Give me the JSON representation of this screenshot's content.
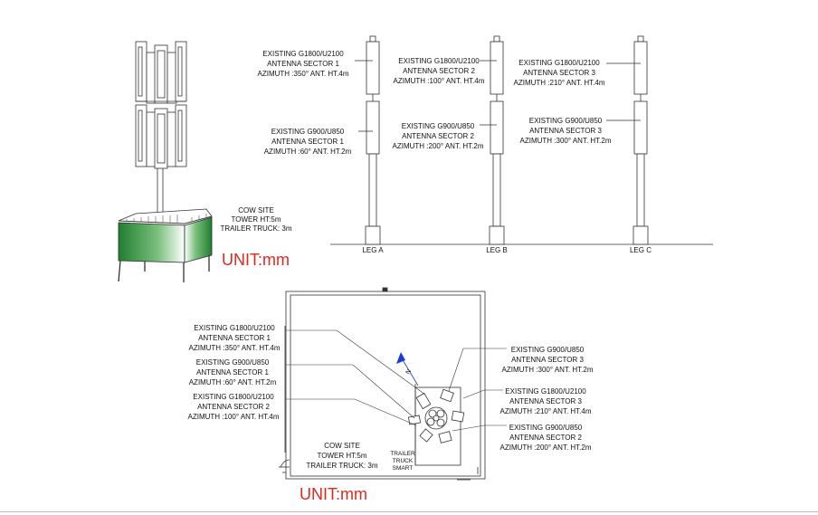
{
  "colors": {
    "line": "#333333",
    "fence_dark": "#1f7f2f",
    "fence_light": "#ffffff",
    "unit_text": "#e0281e",
    "pole_line": "#444444",
    "north_arrow": "#1a3bd6"
  },
  "elevation": {
    "legs": [
      {
        "leg_label": "LEG A",
        "upper": [
          "EXISTING G1800/U2100",
          "ANTENNA SECTOR 1",
          "AZIMUTH :350° ANT. HT.4m"
        ],
        "lower": [
          "EXISTING G900/U850",
          "ANTENNA SECTOR 1",
          "AZIMUTH :60° ANT. HT.2m"
        ]
      },
      {
        "leg_label": "LEG B",
        "upper": [
          "EXISTING G1800/U2100",
          "ANTENNA SECTOR 2",
          "AZIMUTH :100° ANT. HT.4m"
        ],
        "lower": [
          "EXISTING G900/U850",
          "ANTENNA SECTOR 2",
          "AZIMUTH :200° ANT. HT.2m"
        ]
      },
      {
        "leg_label": "LEG C",
        "upper": [
          "EXISTING G1800/U2100",
          "ANTENNA SECTOR 3",
          "AZIMUTH :210° ANT. HT.4m"
        ],
        "lower": [
          "EXISTING G900/U850",
          "ANTENNA SECTOR 3",
          "AZIMUTH :300° ANT. HT.2m"
        ]
      }
    ]
  },
  "cow_site_top": [
    "COW SITE",
    "TOWER HT:5m",
    "TRAILER TRUCK: 3m"
  ],
  "unit_top": "UNIT:mm",
  "plan": {
    "left_labels": [
      [
        "EXISTING G1800/U2100",
        "ANTENNA SECTOR 1",
        "AZIMUTH :350° ANT. HT.4m"
      ],
      [
        "EXISTING G900/U850",
        "ANTENNA SECTOR 1",
        "AZIMUTH :60° ANT. HT.2m"
      ],
      [
        "EXISTING G1800/U2100",
        "ANTENNA SECTOR 2",
        "AZIMUTH :100° ANT. HT.4m"
      ]
    ],
    "right_labels": [
      [
        "EXISTING G900/U850",
        "ANTENNA SECTOR 3",
        "AZIMUTH :300° ANT. HT.2m"
      ],
      [
        "EXISTING G1800/U2100",
        "ANTENNA SECTOR 3",
        "AZIMUTH :210° ANT. HT.4m"
      ],
      [
        "EXISTING G900/U850",
        "ANTENNA SECTOR 2",
        "AZIMUTH :200° ANT. HT.2m"
      ]
    ],
    "cow_site": [
      "COW SITE",
      "TOWER HT:5m",
      "TRAILER TRUCK: 3m"
    ],
    "trailer_label": [
      "TRAILER",
      "TRUCK",
      "SMART"
    ],
    "north_label": "N",
    "unit": "UNIT:mm"
  }
}
